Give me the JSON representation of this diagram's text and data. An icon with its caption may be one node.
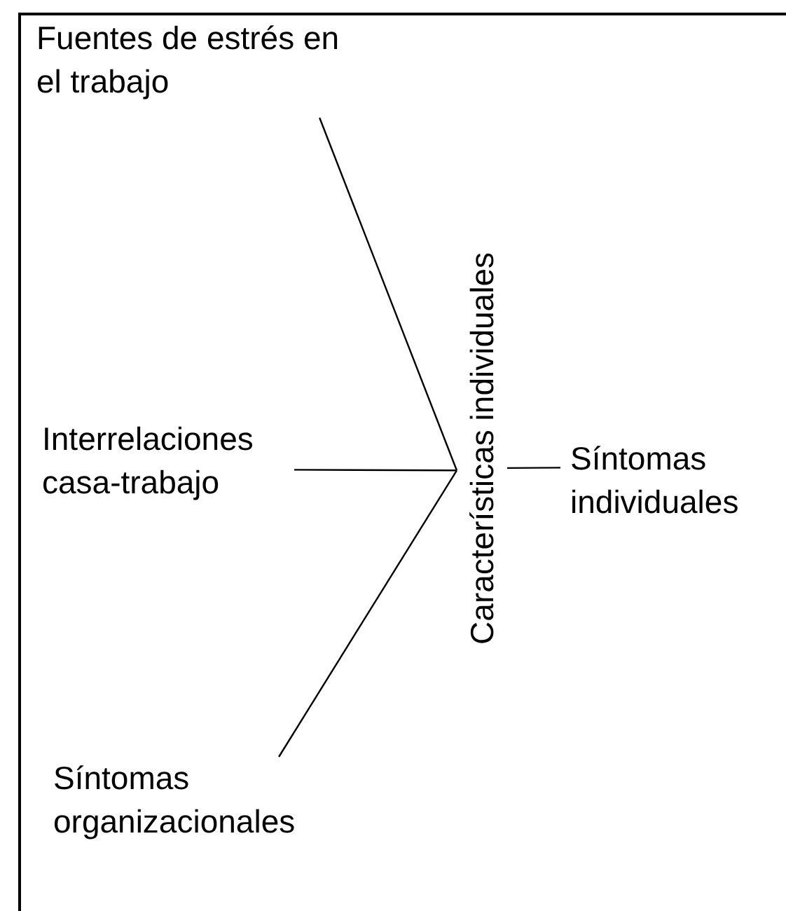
{
  "diagram": {
    "nodes": [
      {
        "text": [
          "Fuentes de estrés en el trabajo"
        ]
      },
      {
        "text": [
          "Interrelaciones casa-trabajo"
        ]
      },
      {
        "text": [
          "Síntomas organizacionales"
        ]
      },
      {
        "text": [
          "Características individuales"
        ]
      },
      {
        "text": [
          "Síntomas individuales"
        ]
      }
    ],
    "edges": [
      {
        "from": 0,
        "to": 3,
        "arrow": "none"
      },
      {
        "from": 1,
        "to": 3,
        "arrow": "none"
      },
      {
        "from": 2,
        "to": 3,
        "arrow": "none"
      },
      {
        "from": 3,
        "to": 4,
        "arrow": "none"
      }
    ]
  }
}
